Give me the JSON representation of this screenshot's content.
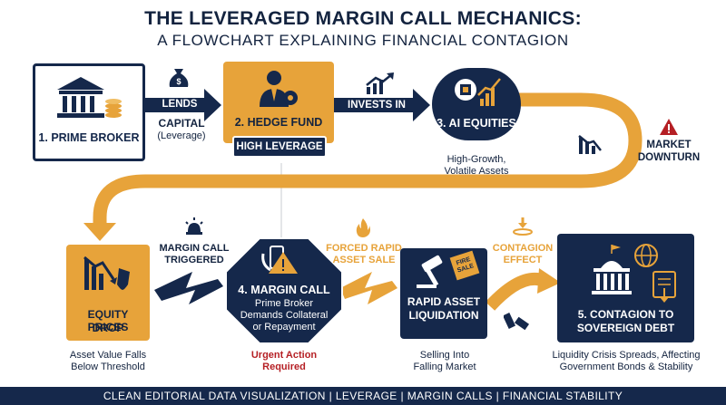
{
  "header": {
    "title": "THE LEVERAGED MARGIN CALL MECHANICS:",
    "subtitle": "A FLOWCHART EXPLAINING FINANCIAL CONTAGION"
  },
  "nodes": {
    "prime_broker": {
      "label": "1. PRIME BROKER"
    },
    "hedge_fund": {
      "label": "2. HEDGE FUND",
      "badge": "HIGH LEVERAGE"
    },
    "ai_equities": {
      "label": "3. AI EQUITIES",
      "caption_line1": "High-Growth,",
      "caption_line2": "Volatile Assets"
    },
    "equity_prices": {
      "label_line1": "EQUITY PRICES",
      "label_line2": "DROP",
      "caption_line1": "Asset Value Falls",
      "caption_line2": "Below Threshold"
    },
    "margin_call": {
      "label": "4. MARGIN CALL",
      "desc_line1": "Prime Broker",
      "desc_line2": "Demands Collateral",
      "desc_line3": "or Repayment",
      "caption_line1": "Urgent Action",
      "caption_line2": "Required"
    },
    "liquidation": {
      "label_line1": "RAPID ASSET",
      "label_line2": "LIQUIDATION",
      "sign": "FIRE SALE",
      "caption_line1": "Selling Into",
      "caption_line2": "Falling Market"
    },
    "contagion": {
      "label_line1": "5. CONTAGION TO",
      "label_line2": "SOVEREIGN DEBT",
      "caption_line1": "Liquidity Crisis Spreads, Affecting",
      "caption_line2": "Government Bonds & Stability"
    }
  },
  "edges": {
    "lends": {
      "line1": "LENDS",
      "line2": "CAPITAL",
      "line3": "(Leverage)"
    },
    "invests": {
      "line1": "INVESTS IN"
    },
    "downturn": {
      "line1": "MARKET",
      "line2": "DOWNTURN"
    },
    "triggered": {
      "line1": "MARGIN CALL",
      "line2": "TRIGGERED"
    },
    "forced": {
      "line1": "FORCED RAPID",
      "line2": "ASSET SALE"
    },
    "effect": {
      "line1": "CONTAGION",
      "line2": "EFFECT"
    }
  },
  "footer": {
    "text": "CLEAN EDITORIAL DATA VISUALIZATION | LEVERAGE | MARGIN CALLS | FINANCIAL STABILITY"
  },
  "colors": {
    "navy": "#15284b",
    "gold": "#e7a33a",
    "red": "#b51f24",
    "white": "#ffffff"
  }
}
